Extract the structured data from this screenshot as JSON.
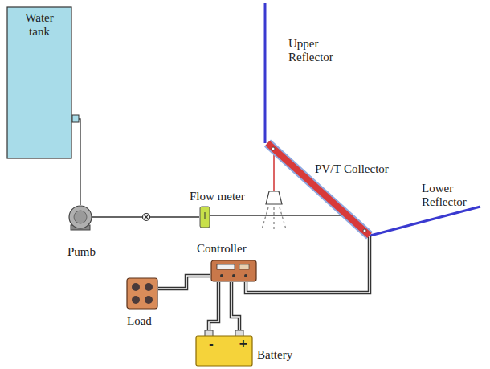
{
  "diagram": {
    "nodes": [
      {
        "text": [
          "Water tank"
        ]
      },
      {
        "text": [
          "Pumb"
        ]
      },
      {
        "text": [
          "Flow meter"
        ]
      },
      {
        "text": [
          "PV/T Collector"
        ]
      },
      {
        "text": [
          "Controller"
        ]
      },
      {
        "text": [
          "Load"
        ]
      },
      {
        "text": [
          "Battery"
        ]
      }
    ],
    "edges": [
      {
        "from": 0,
        "to": 1,
        "arrow": "none"
      },
      {
        "from": 1,
        "to": 2,
        "arrow": "none"
      },
      {
        "from": 2,
        "to": 3,
        "arrow": "none"
      },
      {
        "from": 3,
        "to": 4,
        "arrow": "none"
      },
      {
        "from": 4,
        "to": 5,
        "arrow": "none"
      },
      {
        "from": 4,
        "to": 6,
        "arrow": "none"
      }
    ],
    "labels": [
      "Upper Reflector",
      "Lower Reflector",
      "-",
      "+"
    ]
  }
}
